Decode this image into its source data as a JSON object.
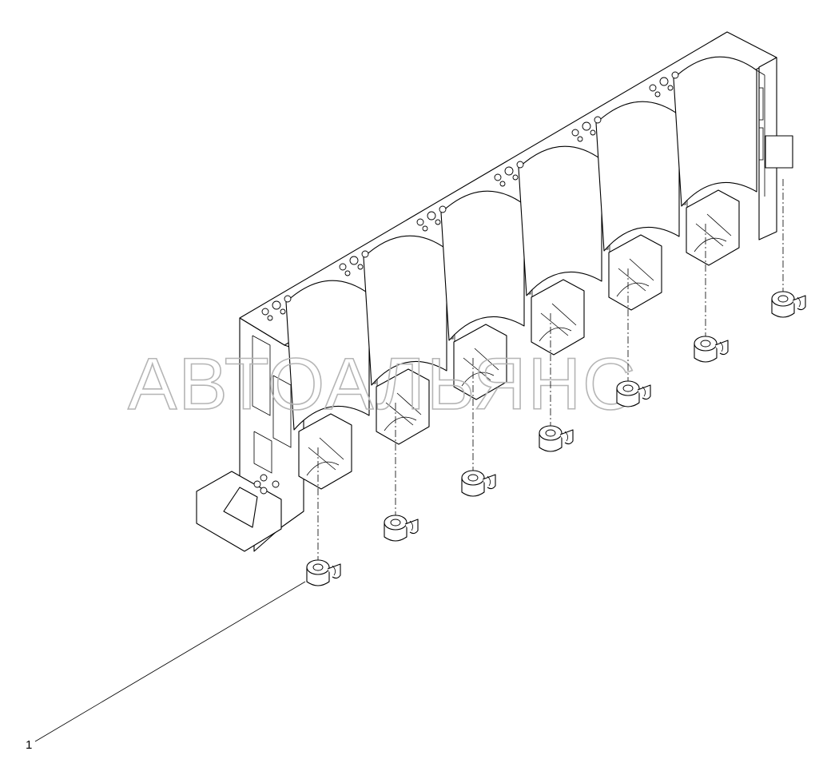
{
  "diagram": {
    "watermark": "АВТОАЛЬЯНС",
    "callouts": [
      {
        "number": "1",
        "part": "bearing-cap-insert"
      }
    ],
    "insert_count": 7,
    "cylinder_count": 6,
    "colors": {
      "line": "#000000",
      "background": "#ffffff",
      "watermark": "#b5b5b5"
    }
  }
}
